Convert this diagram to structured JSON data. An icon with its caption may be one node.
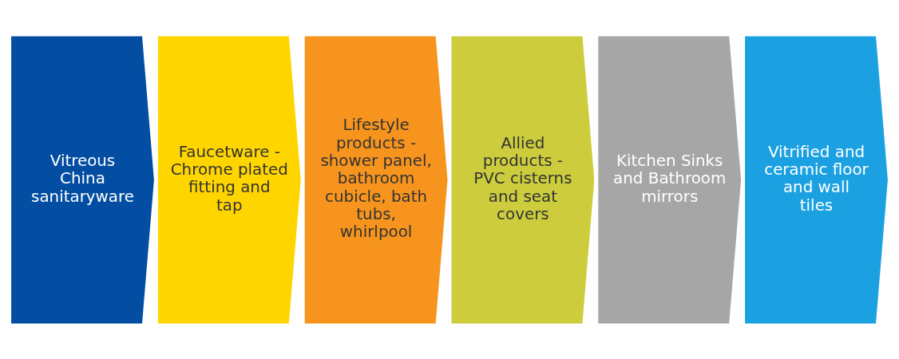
{
  "diagram": {
    "nodes": [
      {
        "text": [
          "Vitreous China sanitaryware"
        ]
      },
      {
        "text": [
          "Faucetware - Chrome plated fitting and tap"
        ]
      },
      {
        "text": [
          "Lifestyle products - shower panel, bathroom cubicle, bath tubs, whirlpool"
        ]
      },
      {
        "text": [
          "Allied products - PVC cisterns and seat covers"
        ]
      },
      {
        "text": [
          "Kitchen Sinks and Bathroom mirrors"
        ]
      },
      {
        "text": [
          "Vitrified and ceramic floor and wall tiles"
        ]
      }
    ],
    "edges": []
  }
}
